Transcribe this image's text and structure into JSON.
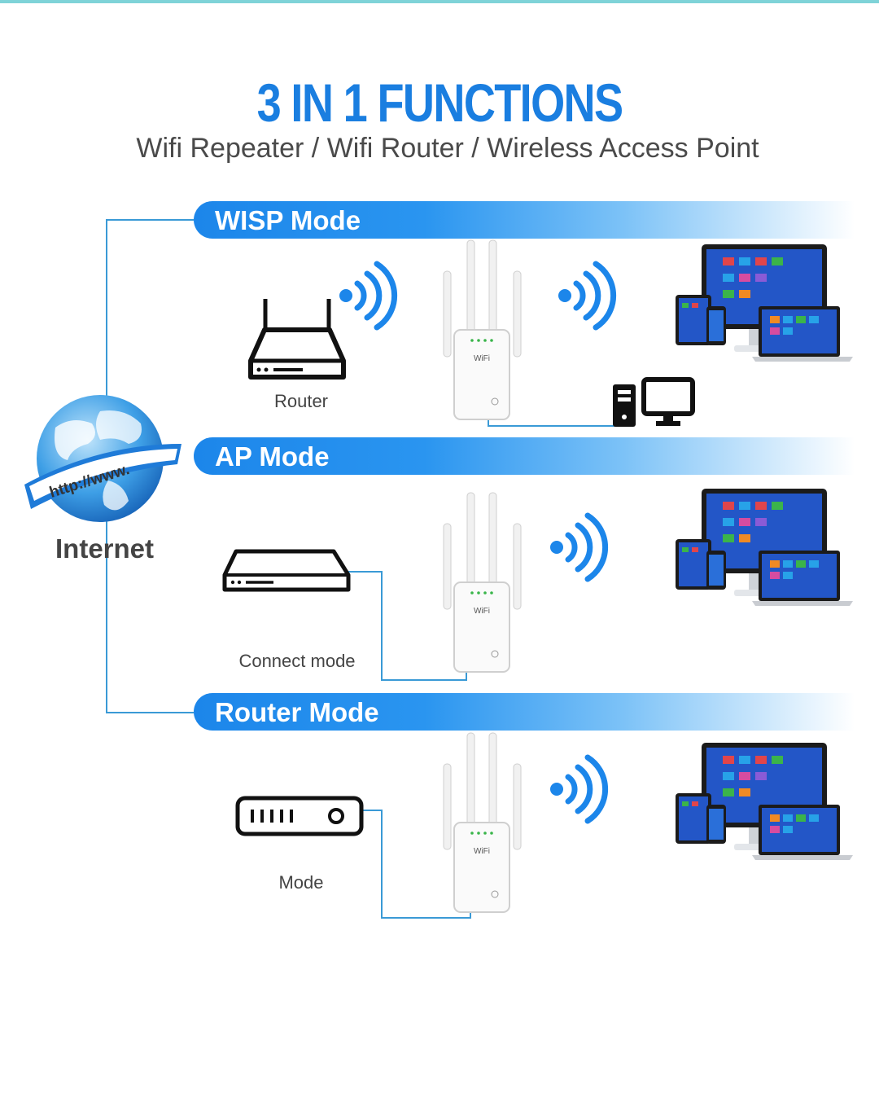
{
  "header": {
    "title": "3 IN 1 FUNCTIONS",
    "subtitle": "Wifi Repeater / Wifi Router / Wireless Access Point"
  },
  "internet": {
    "label": "Internet",
    "globe_text": "http://www."
  },
  "modes": [
    {
      "title": "WISP Mode",
      "source_label": "Router"
    },
    {
      "title": "AP Mode",
      "source_label": "Connect mode"
    },
    {
      "title": "Router Mode",
      "source_label": "Mode"
    }
  ],
  "repeater": {
    "brand": "WiFi"
  },
  "colors": {
    "accent": "#1c86ea",
    "line": "#3a9ad6",
    "text": "#444444"
  },
  "icons": [
    "globe-icon",
    "router-icon",
    "switch-icon",
    "modem-icon",
    "wifi-signal-icon",
    "repeater-icon",
    "desktop-pc-icon",
    "devices-icon"
  ]
}
